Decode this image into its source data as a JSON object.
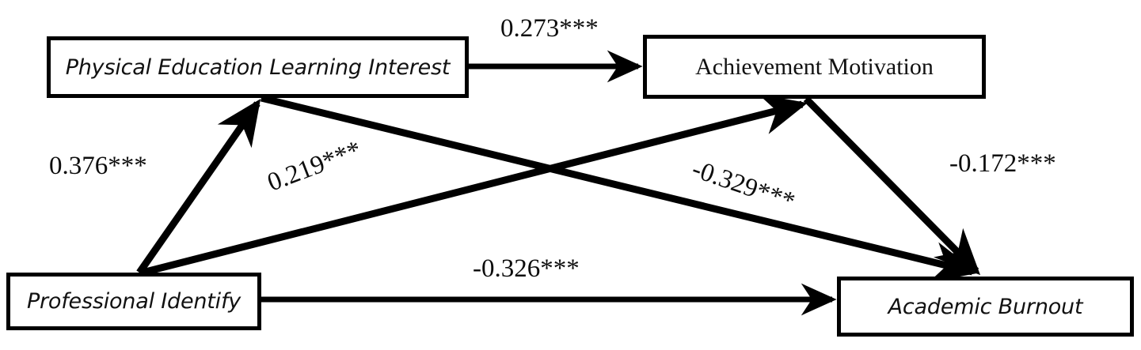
{
  "diagram": {
    "type": "structural-equation-path-model",
    "background_color": "#ffffff",
    "line_color": "#000000",
    "text_color": "#0d0d0d",
    "nodes": [
      {
        "id": "pe",
        "label": "Physical Education Learning Interest",
        "style": "italic-sans",
        "position": "top-left"
      },
      {
        "id": "am",
        "label": "Achievement Motivation",
        "style": "serif",
        "position": "top-right"
      },
      {
        "id": "pi",
        "label": "Professional Identify",
        "style": "italic-sans",
        "position": "bottom-left"
      },
      {
        "id": "ab",
        "label": "Academic Burnout",
        "style": "italic-sans",
        "position": "bottom-right"
      }
    ],
    "paths": [
      {
        "id": "pe-am",
        "from": "pe",
        "to": "am",
        "coefficient": "0.273***",
        "value": 0.273,
        "significance": "***",
        "route": "horizontal-top"
      },
      {
        "id": "pi-pe",
        "from": "pi",
        "to": "pe",
        "coefficient": "0.376***",
        "value": 0.376,
        "significance": "***",
        "route": "left-vertical"
      },
      {
        "id": "pi-am",
        "from": "pi",
        "to": "am",
        "coefficient": "0.219***",
        "value": 0.219,
        "significance": "***",
        "route": "diagonal-ascending"
      },
      {
        "id": "pe-ab",
        "from": "pe",
        "to": "ab",
        "coefficient": "-0.329***",
        "value": -0.329,
        "significance": "***",
        "route": "diagonal-descending"
      },
      {
        "id": "am-ab",
        "from": "am",
        "to": "ab",
        "coefficient": "-0.172***",
        "value": -0.172,
        "significance": "***",
        "route": "right-vertical"
      },
      {
        "id": "pi-ab",
        "from": "pi",
        "to": "ab",
        "coefficient": "-0.326***",
        "value": -0.326,
        "significance": "***",
        "route": "horizontal-bottom"
      }
    ]
  }
}
